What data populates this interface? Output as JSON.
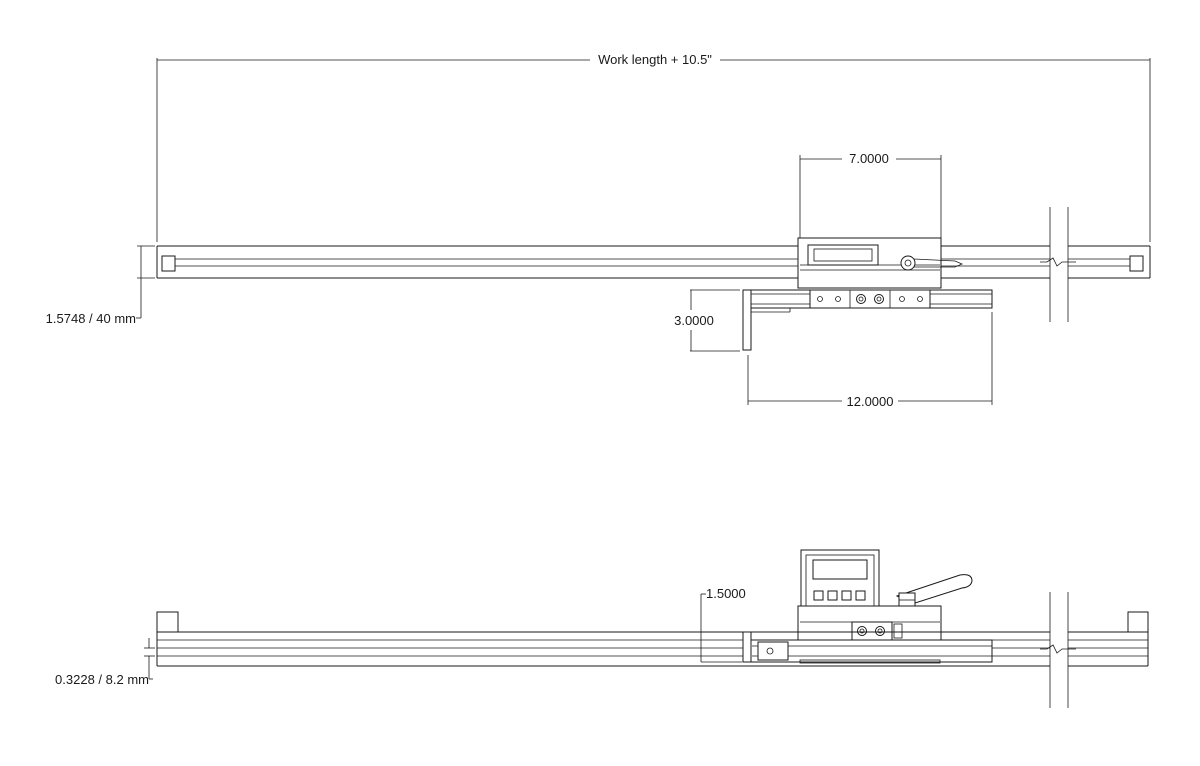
{
  "dimensions": {
    "overall_length": "Work length + 10.5\"",
    "stop_width": "7.0000",
    "fence_thickness": "1.5748 / 40 mm",
    "stop_depth": "3.0000",
    "flip_arm_length": "12.0000",
    "readout_height": "1.5000",
    "track_height": "0.3228 / 8.2 mm"
  },
  "colors": {
    "line": "#1a1a1a",
    "background": "#ffffff"
  }
}
